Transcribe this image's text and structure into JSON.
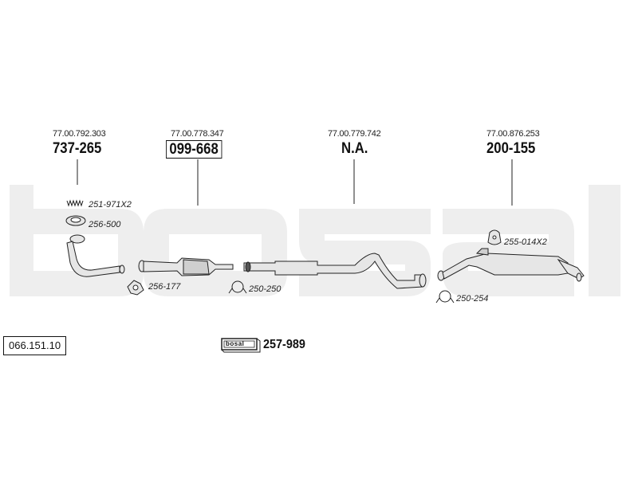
{
  "columns": [
    {
      "oem": "77.00.792.303",
      "part": "737-265",
      "boxed": false
    },
    {
      "oem": "77.00.778.347",
      "part": "099-668",
      "boxed": true
    },
    {
      "oem": "77.00.779.742",
      "part": "N.A.",
      "boxed": false
    },
    {
      "oem": "77.00.876.253",
      "part": "200-155",
      "boxed": false
    }
  ],
  "accessories": [
    {
      "code": "251-971X2",
      "icon": "spring-icon"
    },
    {
      "code": "256-500",
      "icon": "seal-ring-icon"
    },
    {
      "code": "256-177",
      "icon": "gasket-icon"
    },
    {
      "code": "250-250",
      "icon": "clamp-icon"
    },
    {
      "code": "250-254",
      "icon": "clamp-icon"
    },
    {
      "code": "255-014X2",
      "icon": "rubber-mount-icon"
    }
  ],
  "reference_number": "066.151.10",
  "mounting_kit": {
    "code": "257-989",
    "logo_text": "bosal"
  },
  "watermark": {
    "text": "bosal",
    "color": "#f0f0f0"
  },
  "colors": {
    "line": "#222222",
    "part_fill": "#e6e6e6"
  }
}
